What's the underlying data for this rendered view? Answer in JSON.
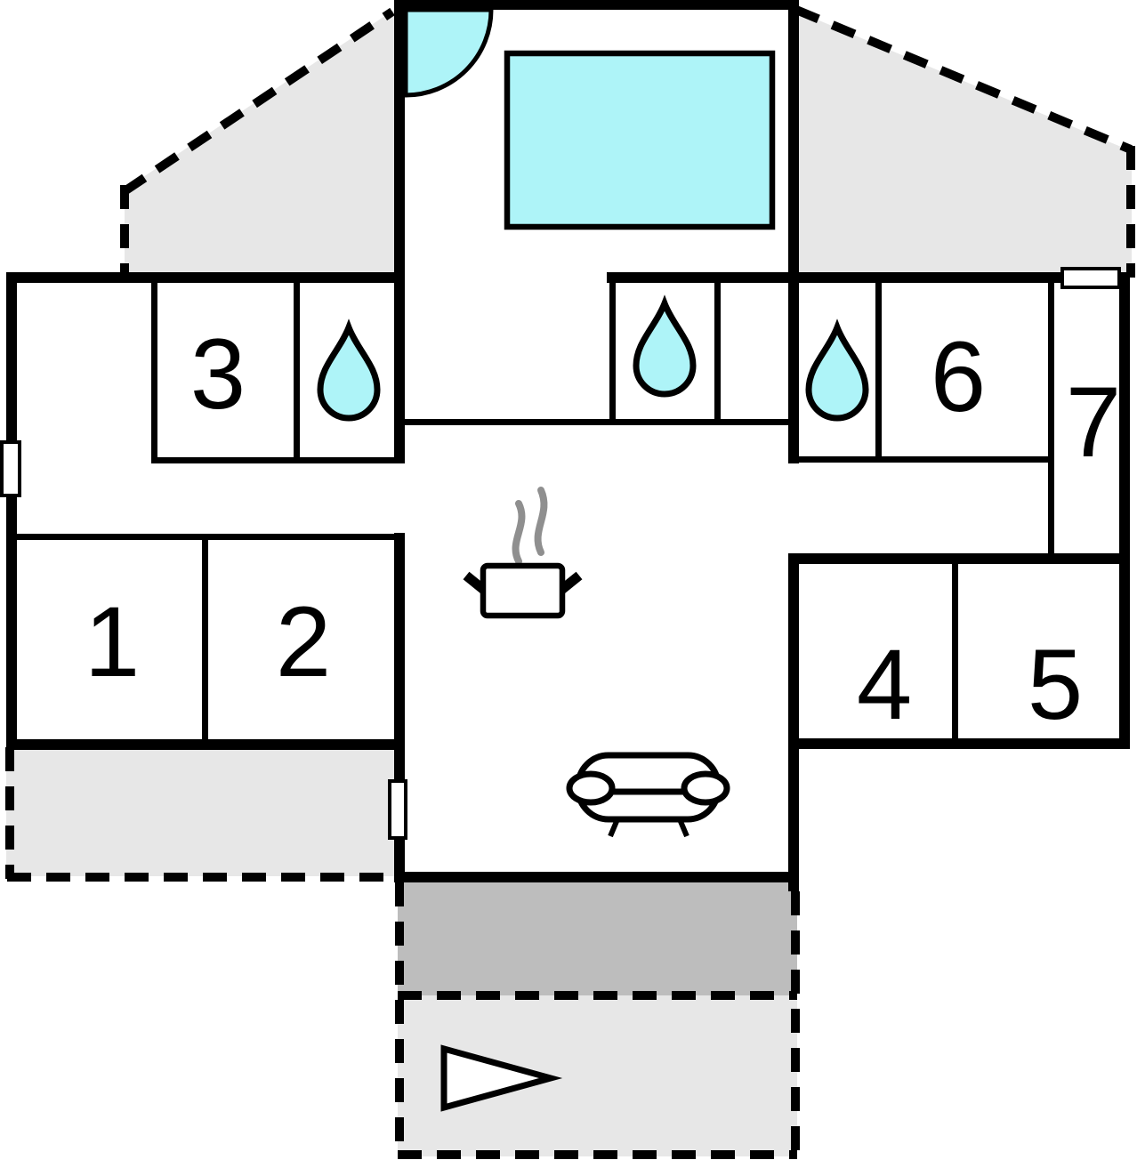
{
  "document": {
    "type": "floor-plan"
  },
  "colors": {
    "cyan": "#AEF4F8",
    "grayLight": "#E7E7E7",
    "grayDark": "#BDBDBD",
    "wall": "#000000",
    "steam": "#8F8F8F"
  },
  "rooms": [
    {
      "number": "1"
    },
    {
      "number": "2"
    },
    {
      "number": "3"
    },
    {
      "number": "4"
    },
    {
      "number": "5"
    },
    {
      "number": "6"
    },
    {
      "number": "7"
    }
  ],
  "features": {
    "bathroom_drop_count": 3,
    "window_marker_count": 3,
    "icons": {
      "water-drop": "teardrop-shape",
      "pool": "cyan-rectangle",
      "door-swing": "quarter-circle-arc",
      "stove": "pot-with-steam",
      "sofa": "sofa-top-view",
      "entrance-arrow": "right-pointing-triangle",
      "window-marker": "white-rect-on-wall"
    }
  }
}
